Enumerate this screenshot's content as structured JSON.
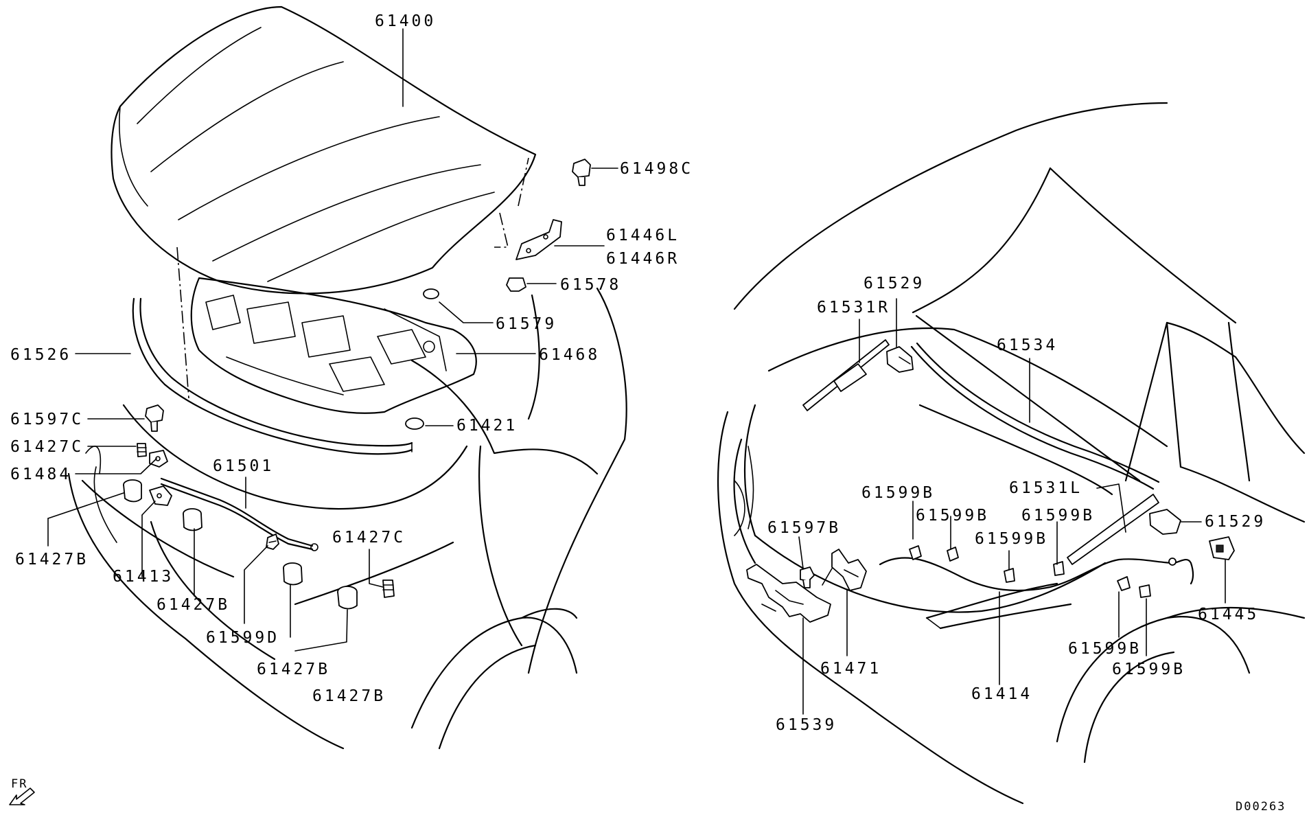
{
  "labels": {
    "p61400": "61400",
    "p61498C": "61498C",
    "p61446L": "61446L",
    "p61446R": "61446R",
    "p61578": "61578",
    "p61579": "61579",
    "p61468": "61468",
    "p61526": "61526",
    "p61421": "61421",
    "p61597C": "61597C",
    "p61427C_a": "61427C",
    "p61484": "61484",
    "p61501": "61501",
    "p61427B_a": "61427B",
    "p61413": "61413",
    "p61427B_b": "61427B",
    "p61599D": "61599D",
    "p61427C_b": "61427C",
    "p61427B_c": "61427B",
    "p61427B_d": "61427B",
    "p61529_a": "61529",
    "p61531R": "61531R",
    "p61534": "61534",
    "p61531L": "61531L",
    "p61529_b": "61529",
    "p61599B_a": "61599B",
    "p61599B_b": "61599B",
    "p61599B_c": "61599B",
    "p61599B_d": "61599B",
    "p61597B": "61597B",
    "p61445": "61445",
    "p61471": "61471",
    "p61414": "61414",
    "p61599B_e": "61599B",
    "p61599B_f": "61599B",
    "p61539": "61539"
  },
  "footer": {
    "direction": "FR",
    "drawing_id": "D00263"
  }
}
